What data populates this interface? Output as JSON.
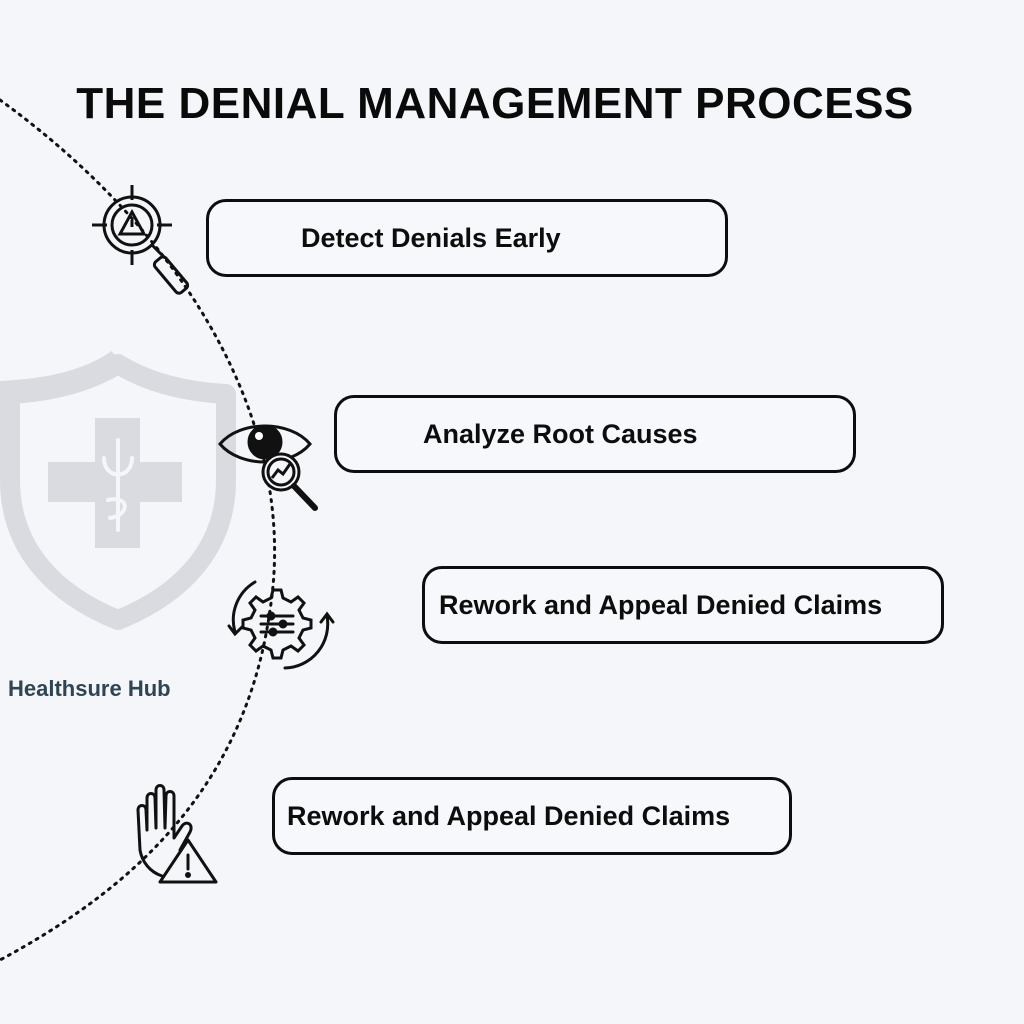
{
  "title": "THE DENIAL MANAGEMENT PROCESS",
  "brand": "Healthsure Hub",
  "steps": [
    {
      "label": "Detect Denials Early",
      "icon": "target-warning-magnifier-icon"
    },
    {
      "label": "Analyze Root Causes",
      "icon": "eye-magnifier-icon"
    },
    {
      "label": "Rework and Appeal Denied Claims",
      "icon": "gear-cycle-icon"
    },
    {
      "label": "Rework and Appeal Denied Claims",
      "icon": "hand-warning-icon"
    }
  ],
  "colors": {
    "background": "#f4f6fa",
    "ink": "#0d0d0d",
    "watermark": "#d9dbe0",
    "brand": "#2f4554"
  }
}
